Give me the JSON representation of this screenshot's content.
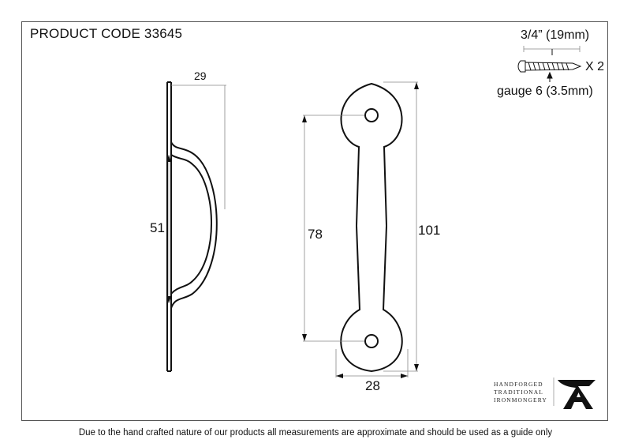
{
  "product_code": "PRODUCT CODE 33645",
  "screw": {
    "length": "3/4” (19mm)",
    "count": "X 2",
    "gauge": "gauge 6 (3.5mm)"
  },
  "dimensions": {
    "side_depth": "29",
    "side_height": "51",
    "front_inner": "78",
    "front_total": "101",
    "front_width": "28"
  },
  "brand": {
    "lines": [
      "HANDFORGED",
      "TRADITIONAL",
      "IRONMONGERY"
    ],
    "logo_icon": "anvil-a-logo-icon"
  },
  "footer": "Due to the hand crafted nature of our products all measurements are approximate and should be used as a guide only"
}
